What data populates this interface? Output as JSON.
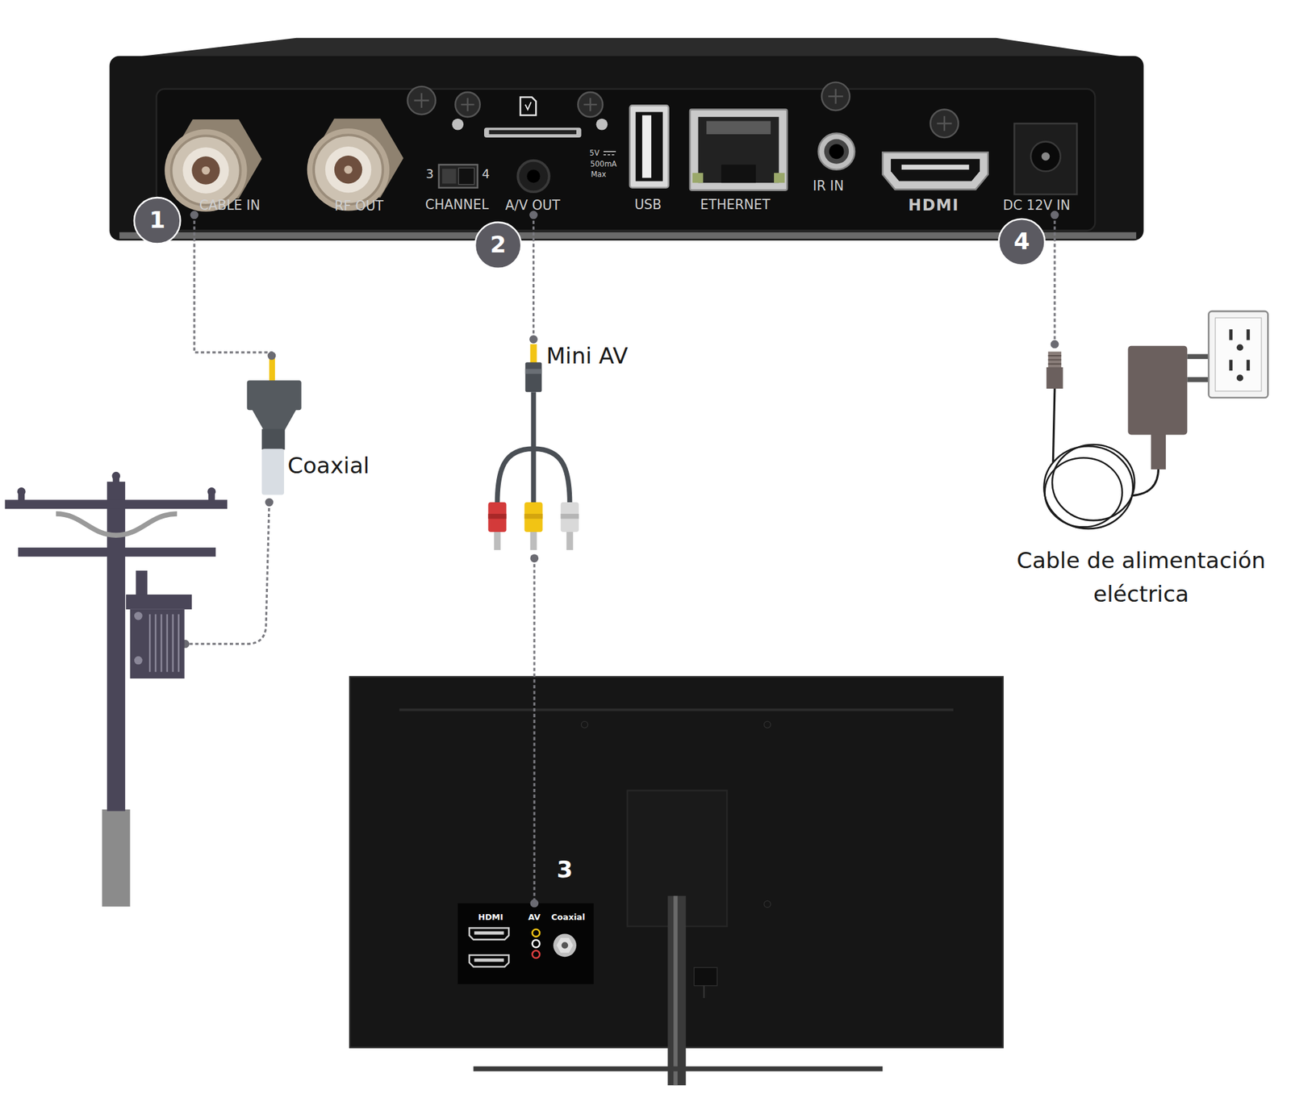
{
  "diagram": {
    "nodes": [
      {
        "text": [
          "CABLE IN"
        ]
      },
      {
        "text": [
          "A/V OUT"
        ]
      },
      {
        "text": [
          "DC 12V IN"
        ]
      },
      {
        "text": [
          "Coaxial"
        ]
      },
      {
        "text": [
          "Mini AV"
        ]
      },
      {
        "text": [
          "Cable de alimentación eléctrica"
        ]
      },
      {
        "text": [
          "HDMI",
          "AV",
          "Coaxial"
        ]
      }
    ],
    "edges": [
      {
        "from": 0,
        "to": 3,
        "arrow": "none"
      },
      {
        "from": 1,
        "to": 4,
        "arrow": "none"
      },
      {
        "from": 2,
        "to": 5,
        "arrow": "none"
      },
      {
        "from": 4,
        "to": 6,
        "arrow": "none"
      }
    ],
    "labels": [
      "RF OUT",
      "3",
      "4",
      "CHANNEL",
      "5V",
      "500mA",
      "Max",
      "USB",
      "ETHERNET",
      "IR IN",
      "HDMI",
      "1",
      "2",
      "3",
      "4"
    ]
  }
}
